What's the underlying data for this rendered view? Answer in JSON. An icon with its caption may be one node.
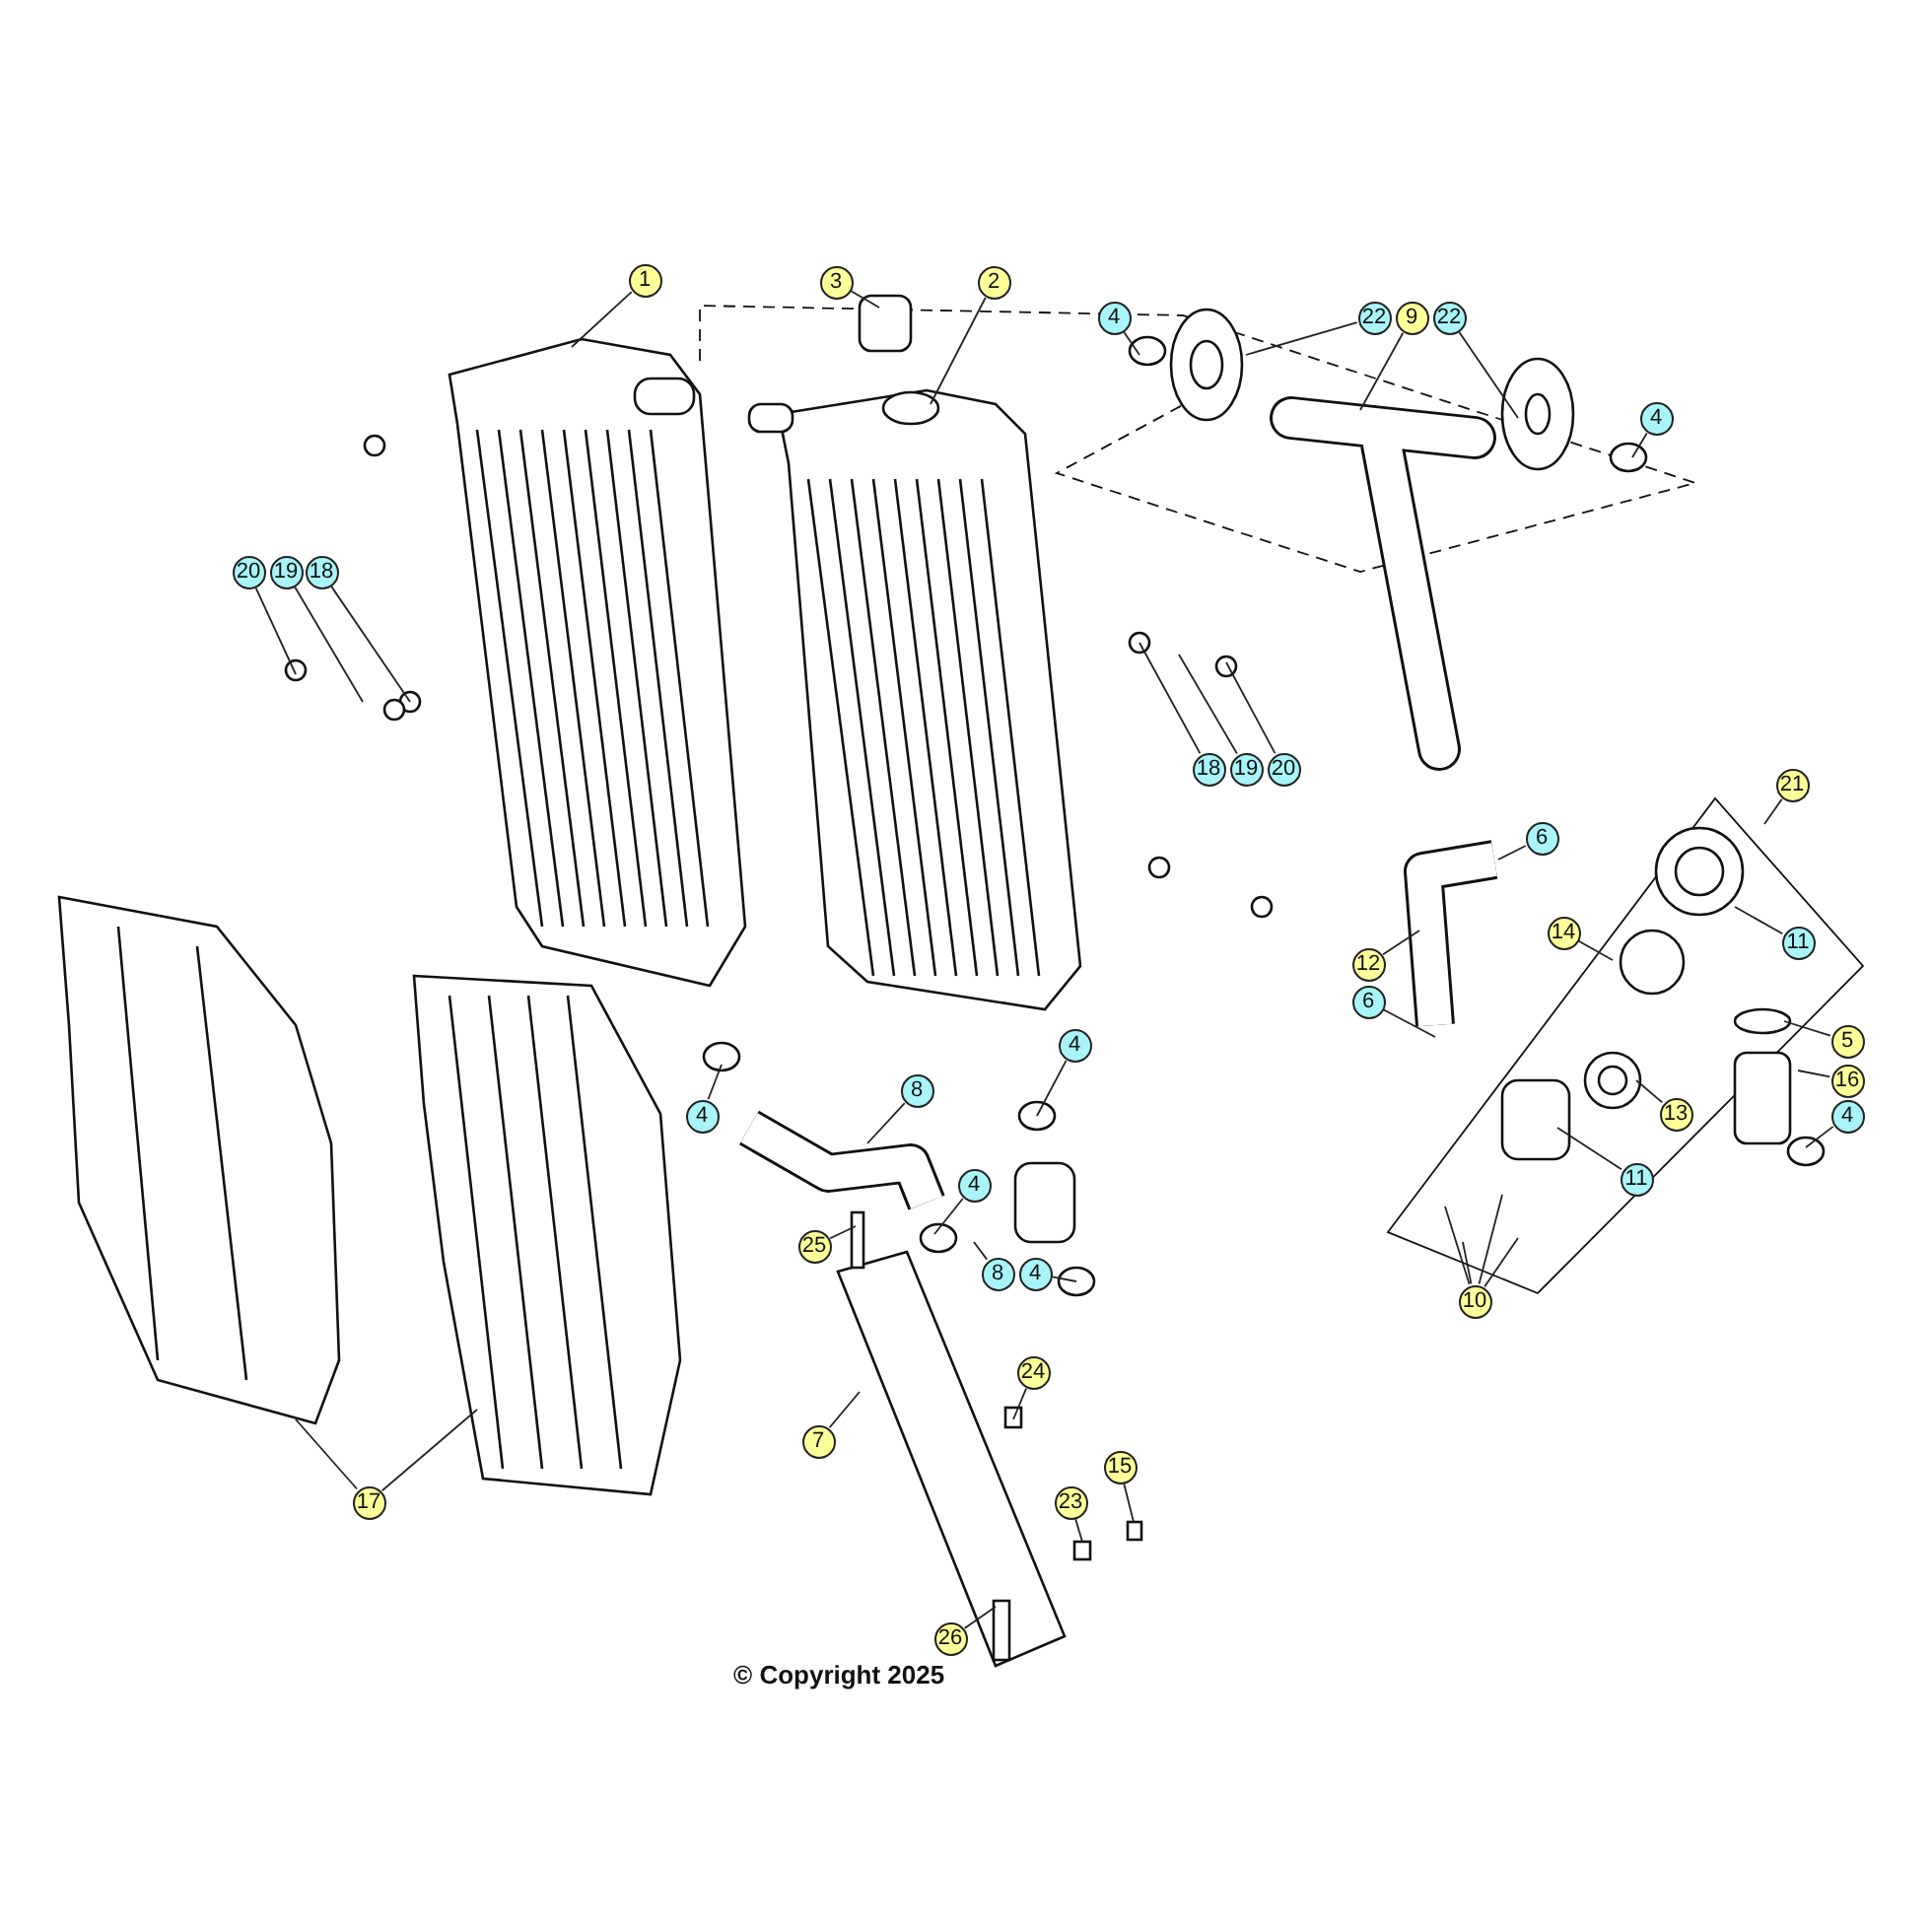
{
  "diagram": {
    "nodes": [
      {
        "text": [
          "1"
        ]
      },
      {
        "text": [
          "3"
        ]
      },
      {
        "text": [
          "2"
        ]
      },
      {
        "text": [
          "4"
        ]
      },
      {
        "text": [
          "22"
        ]
      },
      {
        "text": [
          "9"
        ]
      },
      {
        "text": [
          "22"
        ]
      },
      {
        "text": [
          "4"
        ]
      },
      {
        "text": [
          "20"
        ]
      },
      {
        "text": [
          "19"
        ]
      },
      {
        "text": [
          "18"
        ]
      },
      {
        "text": [
          "18"
        ]
      },
      {
        "text": [
          "19"
        ]
      },
      {
        "text": [
          "20"
        ]
      },
      {
        "text": [
          "21"
        ]
      },
      {
        "text": [
          "6"
        ]
      },
      {
        "text": [
          "14"
        ]
      },
      {
        "text": [
          "11"
        ]
      },
      {
        "text": [
          "12"
        ]
      },
      {
        "text": [
          "6"
        ]
      },
      {
        "text": [
          "5"
        ]
      },
      {
        "text": [
          "4"
        ]
      },
      {
        "text": [
          "16"
        ]
      },
      {
        "text": [
          "8"
        ]
      },
      {
        "text": [
          "4"
        ]
      },
      {
        "text": [
          "13"
        ]
      },
      {
        "text": [
          "4"
        ]
      },
      {
        "text": [
          "11"
        ]
      },
      {
        "text": [
          "4"
        ]
      },
      {
        "text": [
          "25"
        ]
      },
      {
        "text": [
          "8"
        ]
      },
      {
        "text": [
          "4"
        ]
      },
      {
        "text": [
          "10"
        ]
      },
      {
        "text": [
          "24"
        ]
      },
      {
        "text": [
          "7"
        ]
      },
      {
        "text": [
          "15"
        ]
      },
      {
        "text": [
          "23"
        ]
      },
      {
        "text": [
          "17"
        ]
      },
      {
        "text": [
          "26"
        ]
      }
    ],
    "edges": [
      {
        "from": 0,
        "to": null,
        "arrow": "none"
      },
      {
        "from": 1,
        "to": null,
        "arrow": "none"
      },
      {
        "from": 2,
        "to": null,
        "arrow": "none"
      },
      {
        "from": 3,
        "to": null,
        "arrow": "none"
      },
      {
        "from": 4,
        "to": null,
        "arrow": "none"
      },
      {
        "from": 5,
        "to": null,
        "arrow": "none"
      },
      {
        "from": 6,
        "to": null,
        "arrow": "none"
      },
      {
        "from": 7,
        "to": null,
        "arrow": "none"
      },
      {
        "from": 8,
        "to": null,
        "arrow": "none"
      },
      {
        "from": 9,
        "to": null,
        "arrow": "none"
      },
      {
        "from": 10,
        "to": null,
        "arrow": "none"
      },
      {
        "from": 11,
        "to": null,
        "arrow": "none"
      },
      {
        "from": 12,
        "to": null,
        "arrow": "none"
      },
      {
        "from": 13,
        "to": null,
        "arrow": "none"
      },
      {
        "from": 14,
        "to": null,
        "arrow": "none"
      },
      {
        "from": 15,
        "to": null,
        "arrow": "none"
      },
      {
        "from": 16,
        "to": null,
        "arrow": "none"
      },
      {
        "from": 17,
        "to": null,
        "arrow": "none"
      },
      {
        "from": 18,
        "to": null,
        "arrow": "none"
      },
      {
        "from": 19,
        "to": null,
        "arrow": "none"
      },
      {
        "from": 20,
        "to": null,
        "arrow": "none"
      },
      {
        "from": 21,
        "to": null,
        "arrow": "none"
      },
      {
        "from": 22,
        "to": null,
        "arrow": "none"
      },
      {
        "from": 23,
        "to": null,
        "arrow": "none"
      },
      {
        "from": 24,
        "to": null,
        "arrow": "none"
      },
      {
        "from": 25,
        "to": null,
        "arrow": "none"
      },
      {
        "from": 26,
        "to": null,
        "arrow": "none"
      },
      {
        "from": 27,
        "to": null,
        "arrow": "none"
      },
      {
        "from": 28,
        "to": null,
        "arrow": "none"
      },
      {
        "from": 29,
        "to": null,
        "arrow": "none"
      },
      {
        "from": 30,
        "to": null,
        "arrow": "none"
      },
      {
        "from": 31,
        "to": null,
        "arrow": "none"
      },
      {
        "from": 32,
        "to": null,
        "arrow": "none"
      },
      {
        "from": 32,
        "to": null,
        "arrow": "none"
      },
      {
        "from": 32,
        "to": null,
        "arrow": "none"
      },
      {
        "from": 32,
        "to": null,
        "arrow": "none"
      },
      {
        "from": 33,
        "to": null,
        "arrow": "none"
      },
      {
        "from": 34,
        "to": null,
        "arrow": "none"
      },
      {
        "from": 35,
        "to": null,
        "arrow": "none"
      },
      {
        "from": 36,
        "to": null,
        "arrow": "none"
      },
      {
        "from": 37,
        "to": null,
        "arrow": "none"
      },
      {
        "from": 37,
        "to": null,
        "arrow": "none"
      },
      {
        "from": 38,
        "to": null,
        "arrow": "none"
      }
    ],
    "labels": [
      "© Copyright 2025"
    ]
  }
}
